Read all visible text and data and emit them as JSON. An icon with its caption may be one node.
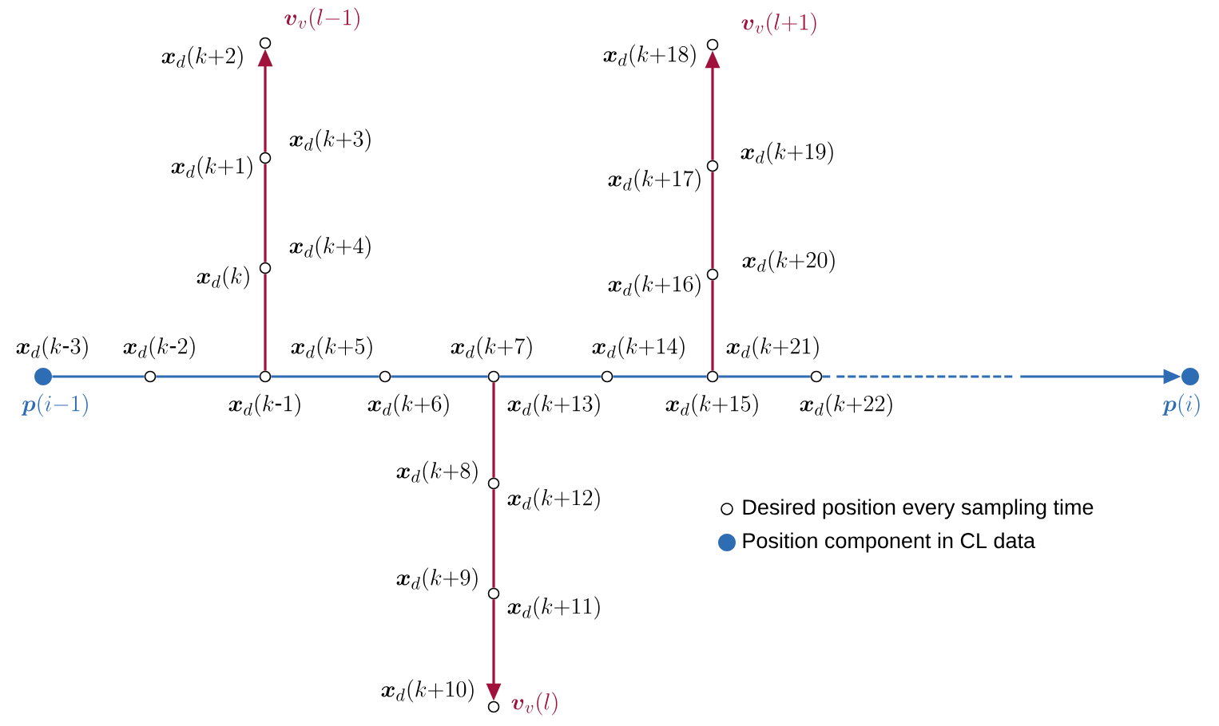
{
  "diagram": {
    "nodes": [
      {
        "text": [],
        "shape": "circle",
        "beside": [
          "\\boldsymbol{x}_d(k\\text{-}3)",
          "\\boldsymbol{p}(i{-}1)"
        ]
      },
      {
        "text": [],
        "shape": "circle",
        "beside": [
          "\\boldsymbol{x}_d(k\\text{-}2)"
        ]
      },
      {
        "text": [],
        "shape": "circle",
        "beside": [
          "\\boldsymbol{x}_d(k\\text{-}1)",
          "\\boldsymbol{x}_d(k{+}5)"
        ]
      },
      {
        "text": [],
        "shape": "circle",
        "beside": [
          "\\boldsymbol{x}_d(k)",
          "\\boldsymbol{x}_d(k{+}4)"
        ]
      },
      {
        "text": [],
        "shape": "circle",
        "beside": [
          "\\boldsymbol{x}_d(k{+}1)",
          "\\boldsymbol{x}_d(k{+}3)"
        ]
      },
      {
        "text": [],
        "shape": "circle",
        "beside": [
          "\\boldsymbol{x}_d(k{+}2)",
          "\\boldsymbol{v}_v(l{-}1)"
        ]
      },
      {
        "text": [],
        "shape": "circle",
        "beside": [
          "\\boldsymbol{x}_d(k{+}6)"
        ]
      },
      {
        "text": [],
        "shape": "circle",
        "beside": [
          "\\boldsymbol{x}_d(k{+}7)",
          "\\boldsymbol{x}_d(k{+}13)"
        ]
      },
      {
        "text": [],
        "shape": "circle",
        "beside": [
          "\\boldsymbol{x}_d(k{+}8)",
          "\\boldsymbol{x}_d(k{+}12)"
        ]
      },
      {
        "text": [],
        "shape": "circle",
        "beside": [
          "\\boldsymbol{x}_d(k{+}9)",
          "\\boldsymbol{x}_d(k{+}11)"
        ]
      },
      {
        "text": [],
        "shape": "circle",
        "beside": [
          "\\boldsymbol{x}_d(k{+}10)",
          "\\boldsymbol{v}_v(l)"
        ]
      },
      {
        "text": [],
        "shape": "circle",
        "beside": [
          "\\boldsymbol{x}_d(k{+}14)"
        ]
      },
      {
        "text": [],
        "shape": "circle",
        "beside": [
          "\\boldsymbol{x}_d(k{+}15)",
          "\\boldsymbol{x}_d(k{+}21)"
        ]
      },
      {
        "text": [],
        "shape": "circle",
        "beside": [
          "\\boldsymbol{x}_d(k{+}16)",
          "\\boldsymbol{x}_d(k{+}20)"
        ]
      },
      {
        "text": [],
        "shape": "circle",
        "beside": [
          "\\boldsymbol{x}_d(k{+}17)",
          "\\boldsymbol{x}_d(k{+}19)"
        ]
      },
      {
        "text": [],
        "shape": "circle",
        "beside": [
          "\\boldsymbol{x}_d(k{+}18)",
          "\\boldsymbol{v}_v(l{+}1)"
        ]
      },
      {
        "text": [],
        "shape": "circle",
        "beside": [
          "\\boldsymbol{x}_d(k{+}22)"
        ]
      },
      {
        "text": [],
        "shape": "circle",
        "beside": [
          "\\boldsymbol{p}(i)"
        ]
      }
    ],
    "edges": [
      {
        "from": 0,
        "to": 1,
        "arrow": "none",
        "color": "#2e6db4"
      },
      {
        "from": 1,
        "to": 2,
        "arrow": "none",
        "color": "#2e6db4"
      },
      {
        "from": 2,
        "to": 6,
        "arrow": "none",
        "color": "#2e6db4"
      },
      {
        "from": 6,
        "to": 7,
        "arrow": "none",
        "color": "#2e6db4"
      },
      {
        "from": 7,
        "to": 11,
        "arrow": "none",
        "color": "#2e6db4"
      },
      {
        "from": 11,
        "to": 12,
        "arrow": "none",
        "color": "#2e6db4"
      },
      {
        "from": 12,
        "to": 16,
        "arrow": "none",
        "color": "#2e6db4"
      },
      {
        "from": 16,
        "to": 17,
        "arrow": "to",
        "style": "dashed",
        "color": "#2e6db4"
      },
      {
        "from": 2,
        "to": 3,
        "arrow": "none",
        "color": "#a0123c"
      },
      {
        "from": 3,
        "to": 4,
        "arrow": "none",
        "color": "#a0123c"
      },
      {
        "from": 4,
        "to": 5,
        "arrow": "to",
        "color": "#a0123c"
      },
      {
        "from": 7,
        "to": 8,
        "arrow": "none",
        "color": "#a0123c"
      },
      {
        "from": 8,
        "to": 9,
        "arrow": "none",
        "color": "#a0123c"
      },
      {
        "from": 9,
        "to": 10,
        "arrow": "to",
        "color": "#a0123c"
      },
      {
        "from": 12,
        "to": 13,
        "arrow": "none",
        "color": "#a0123c"
      },
      {
        "from": 13,
        "to": 14,
        "arrow": "none",
        "color": "#a0123c"
      },
      {
        "from": 14,
        "to": 15,
        "arrow": "to",
        "color": "#a0123c"
      }
    ],
    "legend": [
      {
        "text": "Desired position every sampling time"
      },
      {
        "text": "Position component in CL data"
      }
    ]
  }
}
